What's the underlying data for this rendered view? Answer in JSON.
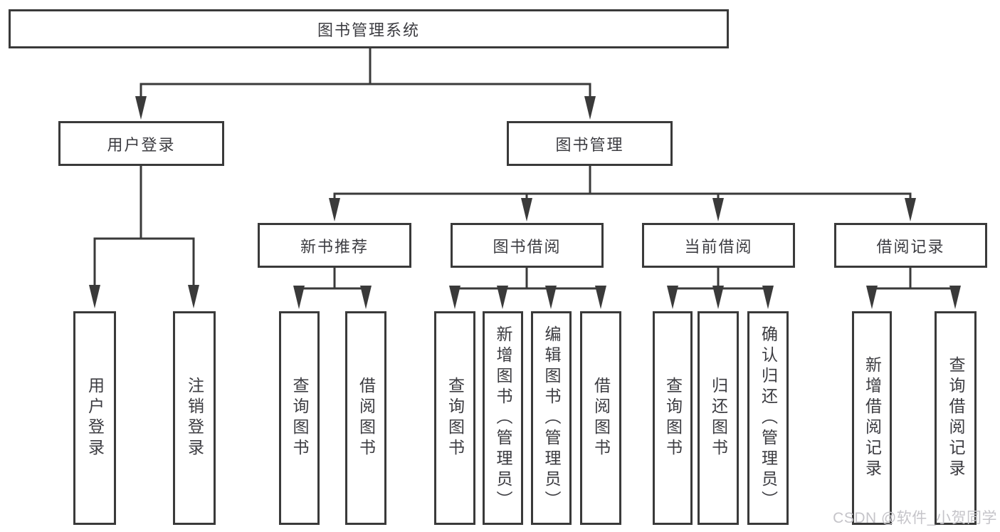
{
  "diagram": {
    "title": "图书管理系统",
    "branches": [
      {
        "label": "用户登录",
        "children": [
          {
            "label": "用户登录"
          },
          {
            "label": "注销登录"
          }
        ]
      },
      {
        "label": "图书管理",
        "children": [
          {
            "label": "新书推荐",
            "children": [
              {
                "label": "查询图书"
              },
              {
                "label": "借阅图书"
              }
            ]
          },
          {
            "label": "图书借阅",
            "children": [
              {
                "label": "查询图书"
              },
              {
                "label": "新增图书（管理员）"
              },
              {
                "label": "编辑图书（管理员）"
              },
              {
                "label": "借阅图书"
              }
            ]
          },
          {
            "label": "当前借阅",
            "children": [
              {
                "label": "查询图书"
              },
              {
                "label": "归还图书"
              },
              {
                "label": "确认归还（管理员）"
              }
            ]
          },
          {
            "label": "借阅记录",
            "children": [
              {
                "label": "新增借阅记录"
              },
              {
                "label": "查询借阅记录"
              }
            ]
          }
        ]
      }
    ]
  },
  "watermark": {
    "text": "CSDN @软件_小贺同学"
  },
  "colors": {
    "line": "#3a3a3a",
    "box_border": "#3a3a3a",
    "text": "#3c3c41",
    "watermark": "#c5c4c9",
    "background": "#ffffff"
  }
}
